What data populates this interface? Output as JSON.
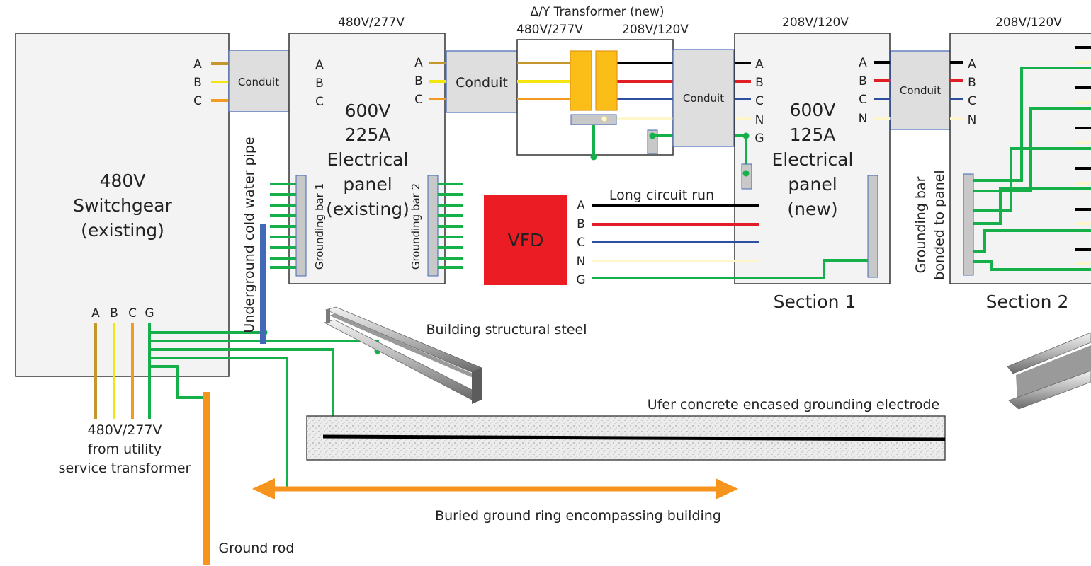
{
  "colors": {
    "phase_a_480": "#c4962c",
    "phase_b_480": "#f5e50f",
    "phase_c_480": "#f39a1f",
    "phase_a_208": "#000000",
    "phase_b_208": "#e11d25",
    "phase_c_208": "#2e4ea0",
    "neutral": "#fff7cc",
    "ground": "#16b04a",
    "ground_ring": "#f7941d",
    "water_pipe": "#4468b8",
    "vfd": "#ec1c24",
    "box_fill": "#f3f3f3",
    "conduit_fill": "#dedede",
    "bar_fill": "#c8c8c8"
  },
  "switchgear": {
    "title_line1": "480V",
    "title_line2": "Switchgear",
    "title_line3": "(existing)",
    "out_phases": [
      "A",
      "B",
      "C"
    ],
    "bottom_phases": [
      "A",
      "B",
      "C",
      "G"
    ],
    "source_line1": "480V/277V",
    "source_line2": "from utility",
    "source_line3": "service transformer"
  },
  "conduit_label": "Conduit",
  "panel_existing": {
    "voltage": "480V/277V",
    "in_phases": [
      "A",
      "B",
      "C"
    ],
    "out_phases": [
      "A",
      "B",
      "C"
    ],
    "line1": "600V",
    "line2": "225A",
    "line3": "Electrical",
    "line4": "panel",
    "line5": "(existing)",
    "bar1": "Grounding bar 1",
    "bar2": "Grounding bar 2"
  },
  "transformer": {
    "title": "Δ/Y Transformer (new)",
    "primary": "480V/277V",
    "secondary": "208V/120V"
  },
  "panel_new": {
    "voltage": "208V/120V",
    "in_phases": [
      "A",
      "B",
      "C",
      "N",
      "G"
    ],
    "out_phases": [
      "A",
      "B",
      "C",
      "N"
    ],
    "line1": "600V",
    "line2": "125A",
    "line3": "Electrical",
    "line4": "panel",
    "line5": "(new)",
    "section": "Section 1"
  },
  "section2": {
    "voltage": "208V/120V",
    "in_phases": [
      "A",
      "B",
      "C",
      "N"
    ],
    "bar_line1": "Grounding bar",
    "bar_line2": "bonded to panel",
    "section": "Section 2"
  },
  "water_pipe_label": "Underground cold water pipe",
  "vfd_label": "VFD",
  "long_run": {
    "label": "Long circuit run",
    "conductors": [
      "A",
      "B",
      "C",
      "N",
      "G"
    ]
  },
  "steel_label": "Building structural steel",
  "ufer_label": "Ufer concrete encased grounding electrode",
  "ring_label": "Buried ground ring encompassing building",
  "rod_label": "Ground rod"
}
